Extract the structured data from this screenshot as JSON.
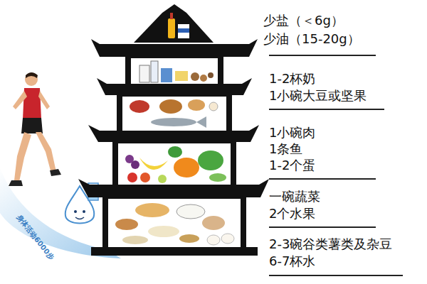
{
  "diagram": {
    "labels": [
      "少盐（＜6g）",
      "少油（15-20g）",
      "1-2杯奶",
      "1小碗大豆或坚果",
      "1小碗肉",
      "1条鱼",
      "1-2个蛋",
      "一碗蔬菜",
      "2个水果",
      "2-3碗谷类薯类及杂豆",
      "6-7杯水",
      "身体活动6000步"
    ]
  }
}
